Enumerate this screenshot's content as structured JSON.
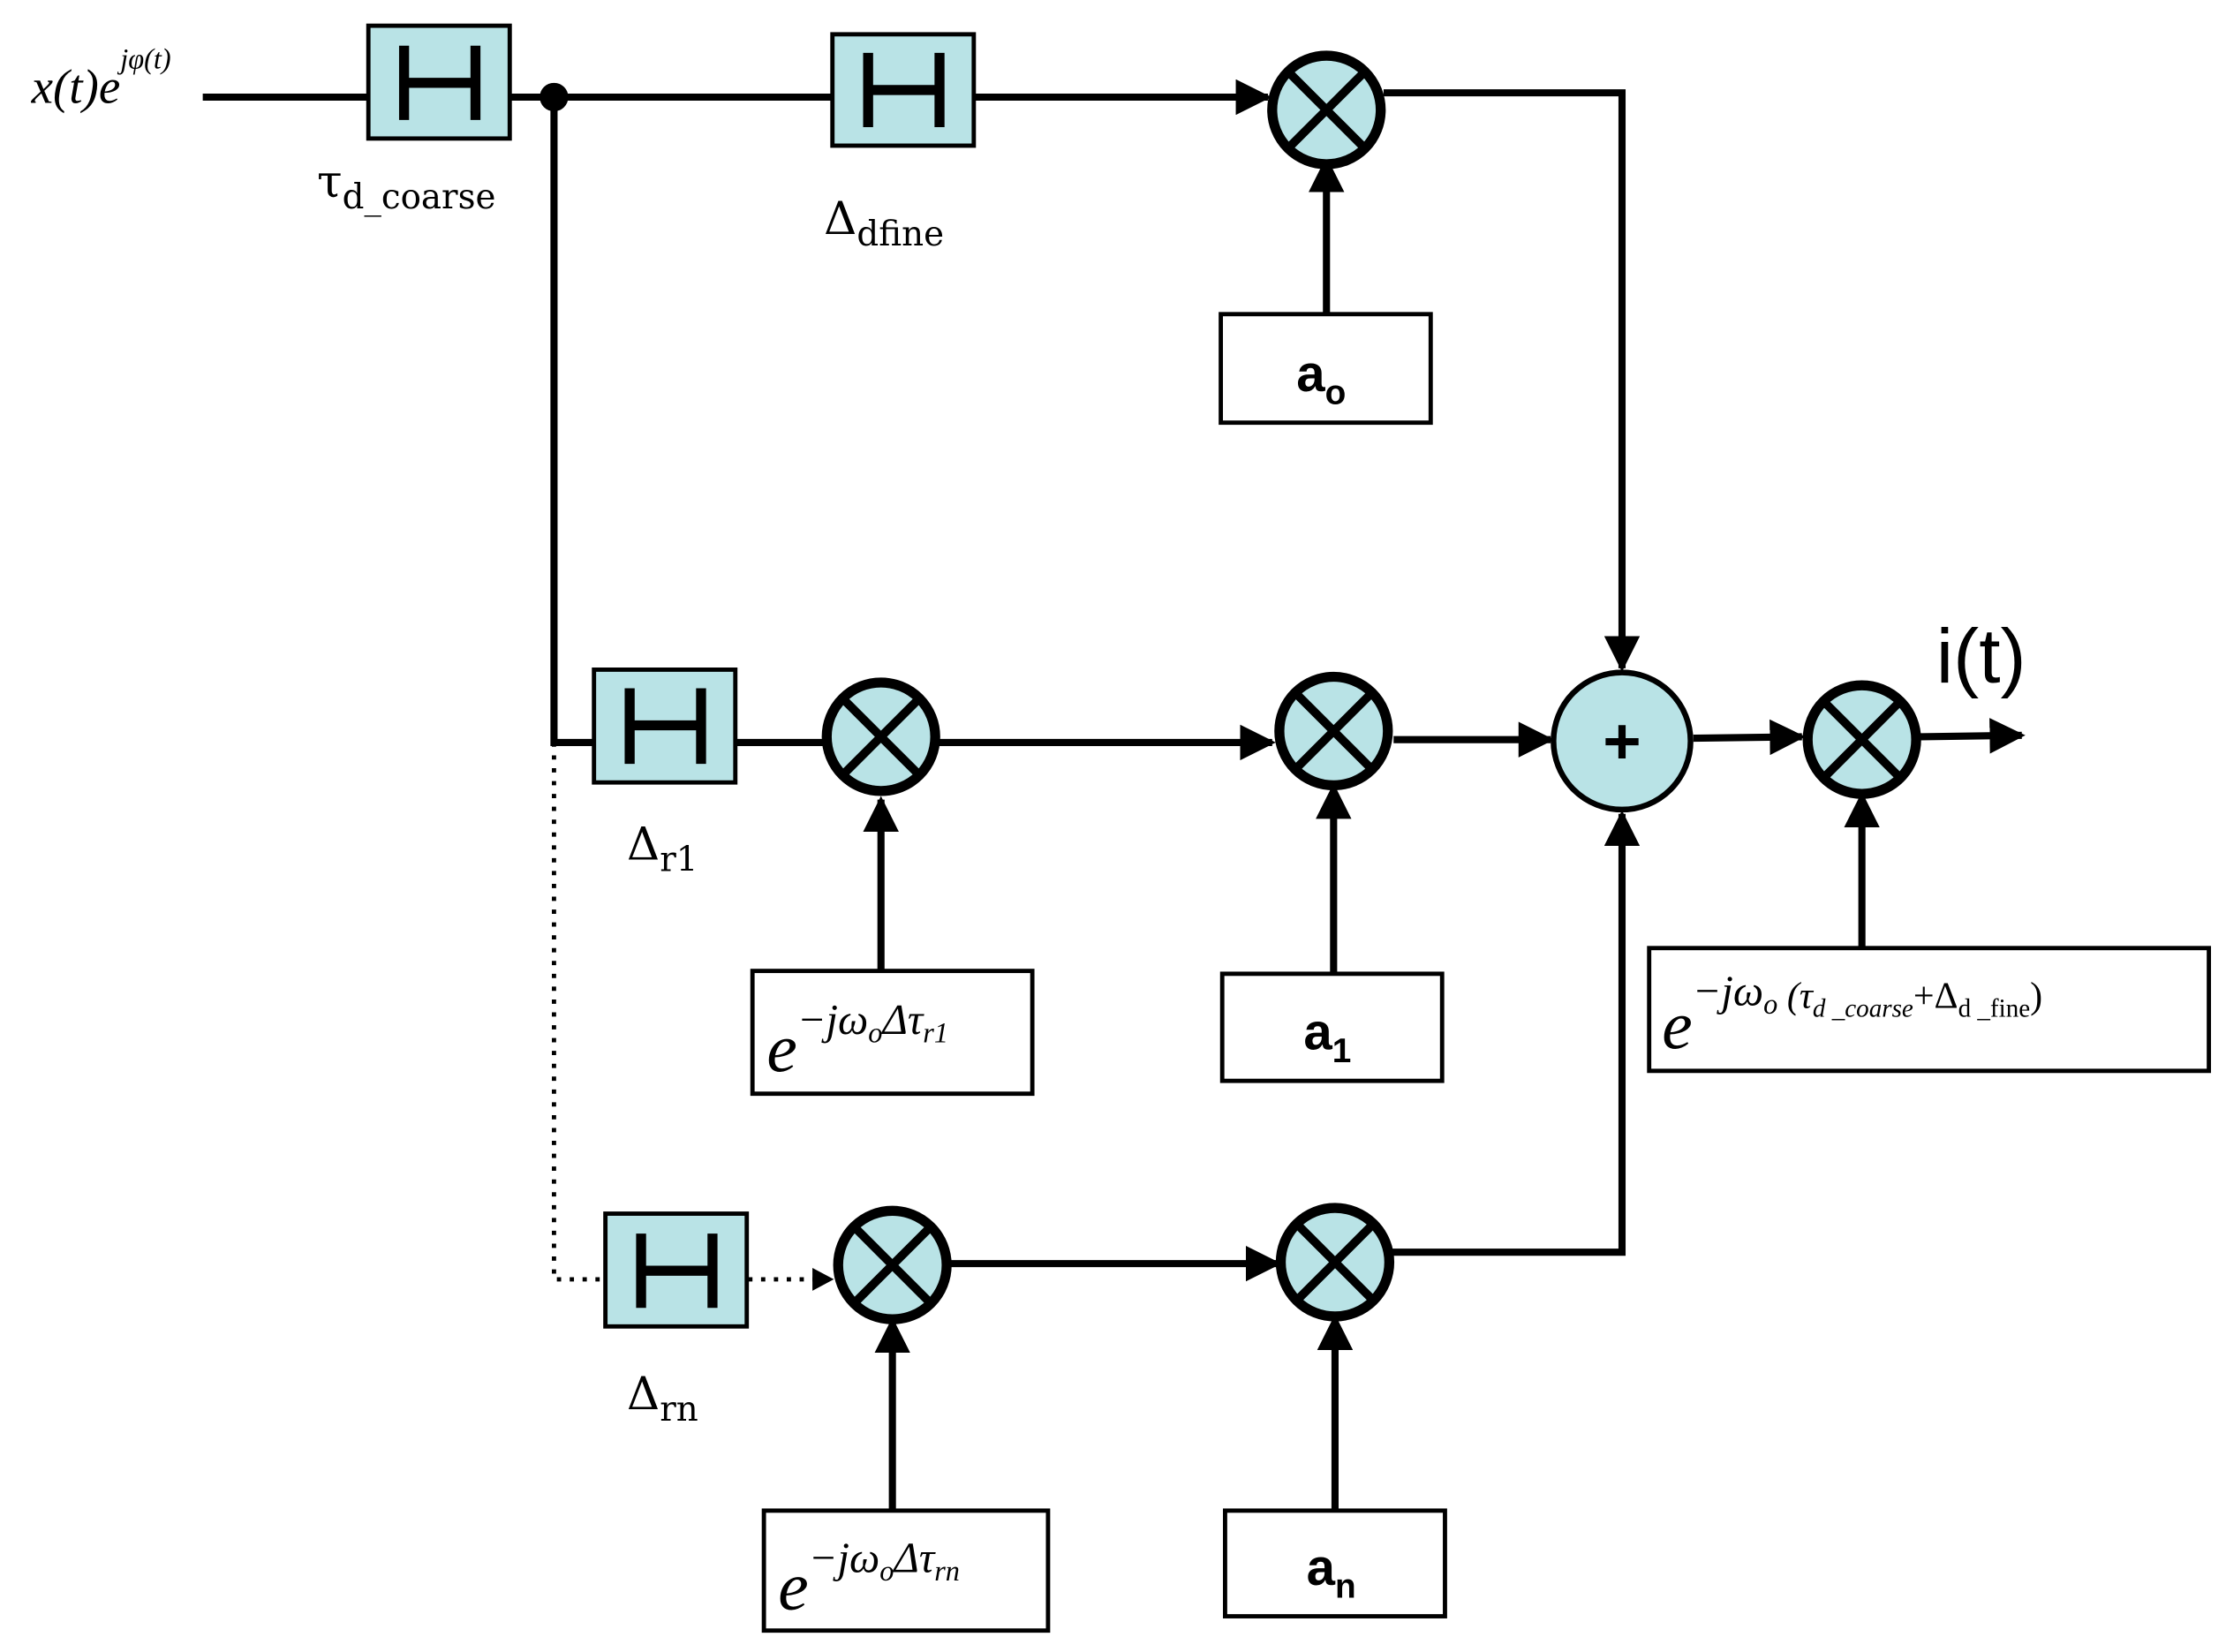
{
  "input_signal": {
    "base": "x(t)e",
    "exponent": "jφ(t)"
  },
  "output_signal": "i(t)",
  "delays": {
    "coarse": {
      "symbol": "τ",
      "subscript": "d_coarse"
    },
    "fine": {
      "symbol": "Δ",
      "subscript": "dfine"
    },
    "r1": {
      "symbol": "Δ",
      "subscript": "r1"
    },
    "rn": {
      "symbol": "Δ",
      "subscript": "rn"
    }
  },
  "weights": {
    "a0": {
      "base": "a",
      "subscript": "o"
    },
    "a1": {
      "base": "a",
      "subscript": "1"
    },
    "an": {
      "base": "a",
      "subscript": "n"
    }
  },
  "phase_terms": {
    "r1": {
      "base": "e",
      "exponent": "−jω",
      "omega_sub": "o",
      "rest": "Δτ",
      "rest_sub": "r1"
    },
    "rn": {
      "base": "e",
      "exponent": "−jω",
      "omega_sub": "o",
      "rest": "Δτ",
      "rest_sub": "rn"
    },
    "output": {
      "base": "e",
      "exponent": "−jω",
      "omega_sub": "o",
      "open": " (τ",
      "tau_sub": "d _coarse",
      "plus": "+Δ",
      "delta_sub": "d _fine",
      "close": ")"
    }
  },
  "sum_symbol": "+"
}
